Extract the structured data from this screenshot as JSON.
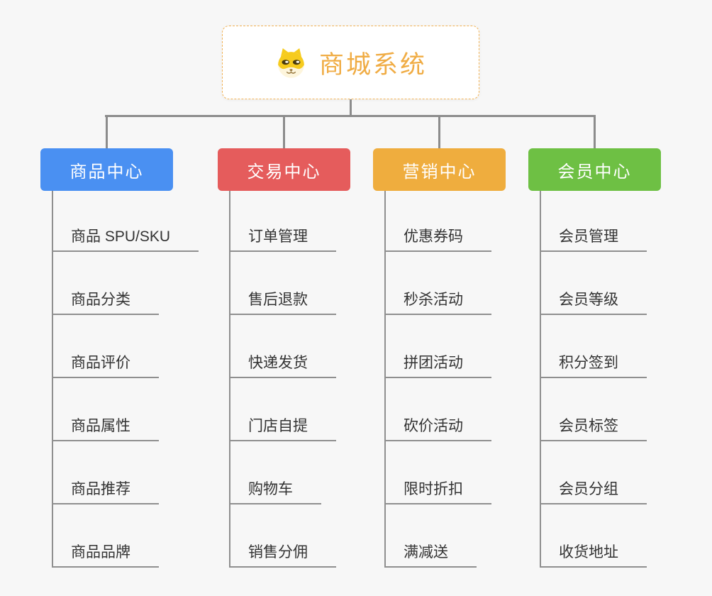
{
  "root": {
    "title": "商城系统",
    "icon": "shiba-dog-icon"
  },
  "branches": [
    {
      "label": "商品中心",
      "color": "#4A90F2",
      "items": [
        "商品 SPU/SKU",
        "商品分类",
        "商品评价",
        "商品属性",
        "商品推荐",
        "商品品牌"
      ]
    },
    {
      "label": "交易中心",
      "color": "#E55C5C",
      "items": [
        "订单管理",
        "售后退款",
        "快递发货",
        "门店自提",
        "购物车",
        "销售分佣"
      ]
    },
    {
      "label": "营销中心",
      "color": "#EFAD3E",
      "items": [
        "优惠券码",
        "秒杀活动",
        "拼团活动",
        "砍价活动",
        "限时折扣",
        "满减送"
      ]
    },
    {
      "label": "会员中心",
      "color": "#6EC044",
      "items": [
        "会员管理",
        "会员等级",
        "积分签到",
        "会员标签",
        "会员分组",
        "收货地址"
      ]
    }
  ],
  "colors": {
    "background": "#F7F7F7",
    "connector_line": "#8C8C8C",
    "underline": "#8F8F8F",
    "root_border": "#F2B254",
    "root_title": "#F0AC44",
    "child_text": "#333333"
  }
}
